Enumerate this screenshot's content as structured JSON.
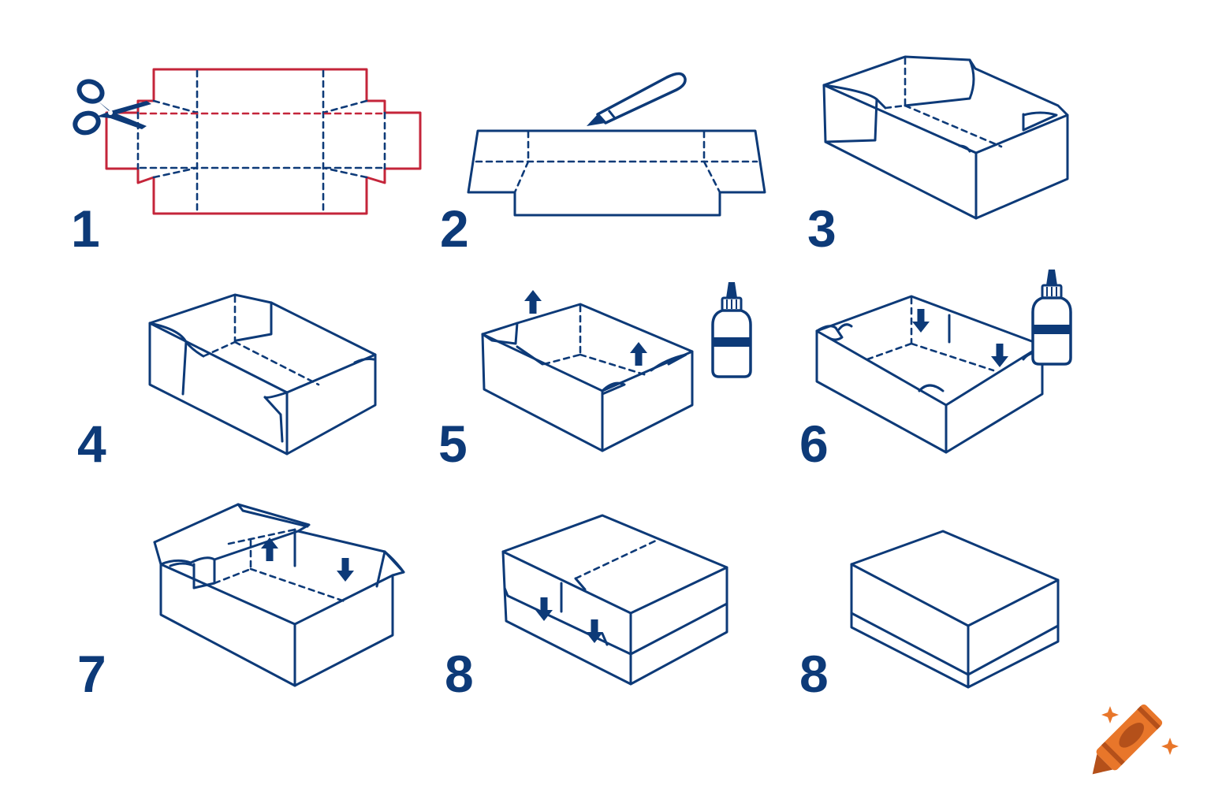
{
  "colors": {
    "ink": "#0d3a78",
    "cut": "#c4253a",
    "crayon": "#e8762a",
    "crayon_dark": "#b4501a"
  },
  "steps": [
    {
      "number": "1",
      "illustration": "flat-net-with-scissors"
    },
    {
      "number": "2",
      "illustration": "scoring-fold-lines"
    },
    {
      "number": "3",
      "illustration": "box-walls-folded-up"
    },
    {
      "number": "4",
      "illustration": "corner-flaps-tucked"
    },
    {
      "number": "5",
      "illustration": "apply-glue-to-flaps"
    },
    {
      "number": "6",
      "illustration": "press-flaps-inside"
    },
    {
      "number": "7",
      "illustration": "fold-end-walls-inside"
    },
    {
      "number": "8",
      "illustration": "fit-lid-onto-base"
    },
    {
      "number": "8",
      "illustration": "finished-box"
    }
  ],
  "icons": {
    "scissors": "scissors-icon",
    "bone_folder": "bone-folder-icon",
    "glue": "glue-bottle-icon",
    "arrow_up": "arrow-up-icon",
    "arrow_down": "arrow-down-icon",
    "logo": "crayon-logo-icon"
  }
}
